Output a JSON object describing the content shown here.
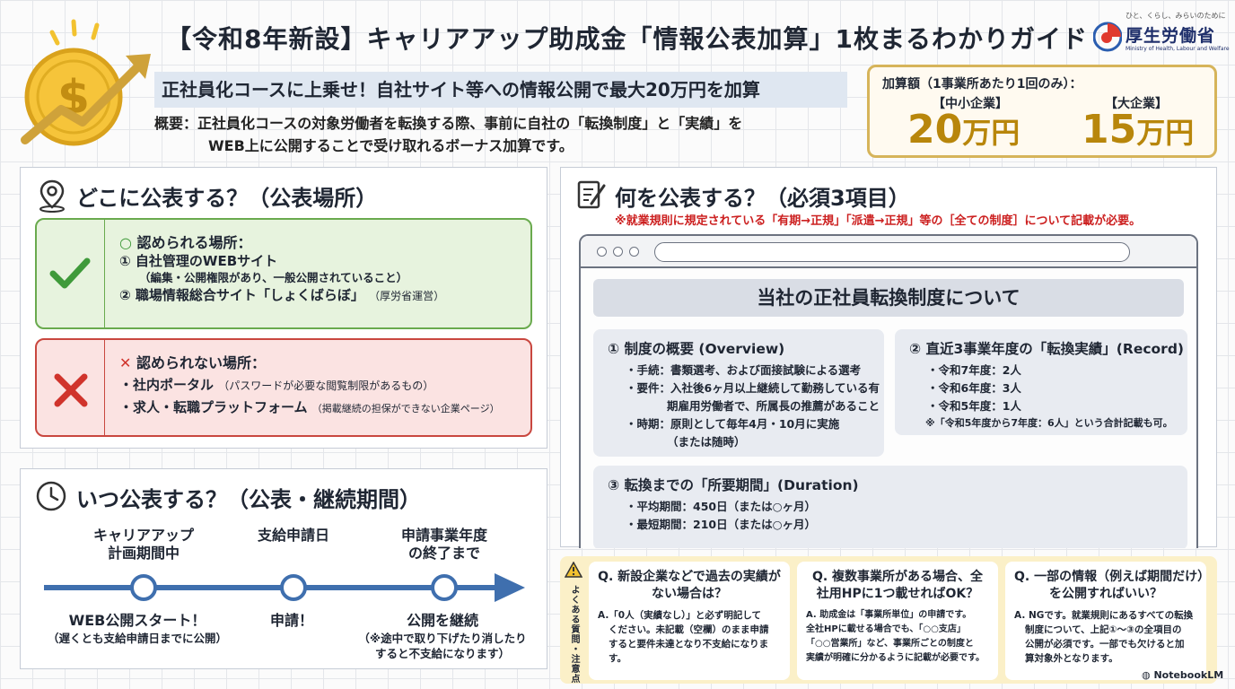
{
  "header": {
    "title": "【令和8年新設】キャリアアップ助成金「情報公表加算」1枚まるわかりガイド",
    "subtitle": "正社員化コースに上乗せ！自社サイト等への情報公開で最大20万円を加算",
    "overview_line1": "概要：正社員化コースの対象労働者を転換する際、事前に自社の「転換制度」と「実績」を",
    "overview_line2": "WEB上に公開することで受け取れるボーナス加算です。"
  },
  "logo": {
    "tagline": "ひと、くらし、みらいのために",
    "name_ja": "厚生労働省",
    "name_en": "Ministry of Health, Labour and Welfare"
  },
  "amount": {
    "heading": "加算額（1事業所あたり1回のみ）：",
    "small_company_label": "【中小企業】",
    "small_company_value": "20",
    "large_company_label": "【大企業】",
    "large_company_value": "15",
    "unit": "万円"
  },
  "where": {
    "title": "どこに公表する？（公表場所）",
    "ok_head": "認められる場所：",
    "ok_item1": "① 自社管理のWEBサイト",
    "ok_item1_note": "（編集・公開権限があり、一般公開されていること）",
    "ok_item2": "② 職場情報総合サイト「しょくばらぼ」",
    "ok_item2_note": "（厚労省運営）",
    "ng_head": "認められない場所：",
    "ng_item1": "・社内ポータル",
    "ng_item1_note": "（パスワードが必要な閲覧制限があるもの）",
    "ng_item2": "・求人・転職プラットフォーム",
    "ng_item2_note": "（掲載継続の担保ができない企業ページ）"
  },
  "when": {
    "title": "いつ公表する？（公表・継続期間）",
    "steps": [
      {
        "top1": "キャリアアップ",
        "top2": "計画期間中",
        "bottom": "WEB公開スタート！",
        "note1": "（遅くとも支給申請日までに公開）",
        "note2": ""
      },
      {
        "top1": "支給申請日",
        "top2": "",
        "bottom": "申請！",
        "note1": "",
        "note2": ""
      },
      {
        "top1": "申請事業年度",
        "top2": "の終了まで",
        "bottom": "公開を継続",
        "note1": "（※途中で取り下げたり消したり",
        "note2": "すると不支給になります）"
      }
    ]
  },
  "what": {
    "title": "何を公表する？（必須3項目）",
    "warning": "※就業規則に規定されている「有期→正規」「派遣→正規」等の［全ての制度］について記載が必要。",
    "page_heading": "当社の正社員転換制度について",
    "card1": {
      "title": "① 制度の概要 (Overview)",
      "l1": "・手続：書類選考、および面接試験による選考",
      "l2": "・要件：入社後6ヶ月以上継続して勤務している有",
      "l3": "期雇用労働者で、所属長の推薦があること",
      "l4": "・時期：原則として毎年4月・10月に実施",
      "l5": "（または随時）"
    },
    "card2": {
      "title": "② 直近3事業年度の「転換実績」(Record)",
      "l1": "・令和7年度：2人",
      "l2": "・令和6年度：3人",
      "l3": "・令和5年度：1人",
      "note": "※「令和5年度から7年度：6人」という合計記載も可。"
    },
    "card3": {
      "title": "③ 転換までの「所要期間」(Duration)",
      "l1": "・平均期間：450日（または○ヶ月）",
      "l2": "・最短期間：210日（または○ヶ月）"
    }
  },
  "faq": {
    "side_label": "よくある質問・注意点",
    "items": [
      {
        "q1": "Q. 新設企業などで過去の実績が",
        "q2": "ない場合は？",
        "a1": "A.「0人（実績なし）」と必ず明記して",
        "a2": "ください。未記載（空欄）のまま申請",
        "a3": "すると要件未達となり不支給になりま",
        "a4": "す。"
      },
      {
        "q1": "Q. 複数事業所がある場合、全",
        "q2": "社用HPに1つ載せればOK？",
        "a1": "A. 助成金は「事業所単位」の申請です。",
        "a2": "全社HPに載せる場合でも、「○○支店」",
        "a3": "「○○営業所」など、事業所ごとの制度と",
        "a4": "実績が明確に分かるように記載が必要です。"
      },
      {
        "q1": "Q. 一部の情報（例えば期間だけ）",
        "q2": "を公開すればいい？",
        "a1": "A. NGです。就業規則にあるすべての転換",
        "a2": "制度について、上記①〜③の全項目の",
        "a3": "公開が必須です。一部でも欠けると加",
        "a4": "算対象外となります。"
      }
    ]
  },
  "footer": {
    "brand": "NotebookLM"
  },
  "colors": {
    "ok": "#6aaa4e",
    "ng": "#c9473f",
    "gold": "#b8860b",
    "timeline": "#3f6fae"
  }
}
